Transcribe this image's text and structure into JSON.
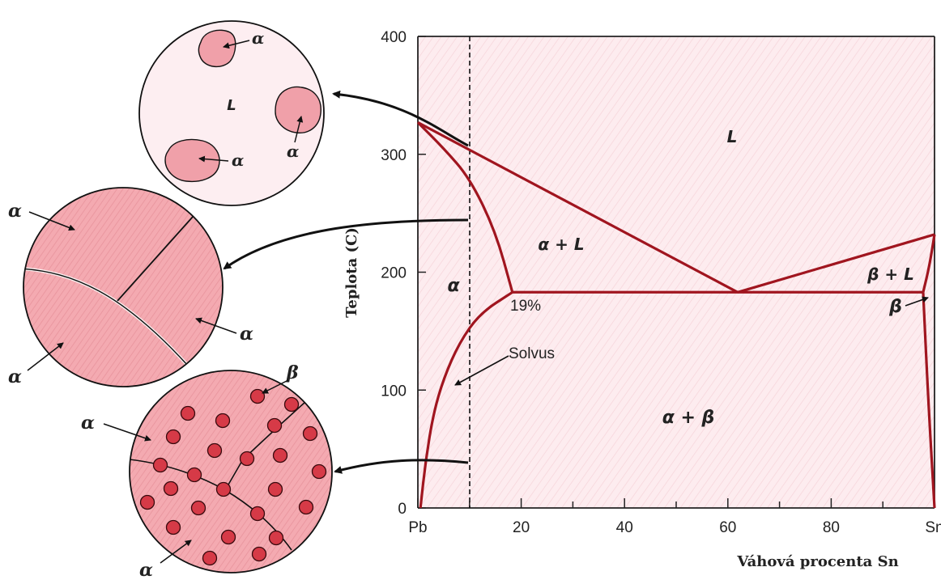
{
  "colors": {
    "curve": "#a0151f",
    "axis": "#222222",
    "fill_light": "#fbe6ea",
    "fill_solid": "#f2a6ad",
    "particle": "#d63a47",
    "arrow": "#111111"
  },
  "axes": {
    "xlabel": "Váhová procenta Sn",
    "ylabel": "Teplota (C)",
    "x_ticks": [
      "Pb",
      "20",
      "40",
      "60",
      "80",
      "Sn"
    ],
    "y_ticks": [
      "400",
      "300",
      "200",
      "100",
      "0"
    ],
    "xlim": [
      0,
      100
    ],
    "ylim": [
      0,
      400
    ]
  },
  "regions": {
    "liquid": "L",
    "alpha_liquid": "α + L",
    "beta_liquid": "β + L",
    "alpha": "α",
    "alpha_beta": "α + β",
    "beta": "β"
  },
  "annotations": {
    "eutectic_solubility": "19%",
    "solvus": "Solvus"
  },
  "alloy_line_composition": 10,
  "micrographs": {
    "top": {
      "matrix": "L",
      "labels": [
        "α",
        "α",
        "α"
      ]
    },
    "middle": {
      "labels": [
        "α",
        "α",
        "α"
      ]
    },
    "bottom": {
      "labels": [
        "α",
        "α",
        "β"
      ]
    }
  },
  "chart_data": {
    "type": "line",
    "xlabel": "Váhová procenta Sn",
    "ylabel": "Teplota (C)",
    "xlim": [
      0,
      100
    ],
    "ylim": [
      0,
      400
    ],
    "series": [
      {
        "x": [
          0,
          61.9
        ],
        "y": [
          327,
          183
        ]
      },
      {
        "x": [
          61.9,
          100
        ],
        "y": [
          183,
          232
        ]
      },
      {
        "x": [
          0,
          5,
          10,
          15,
          18.3
        ],
        "y": [
          327,
          305,
          280,
          235,
          183
        ]
      },
      {
        "x": [
          18.3,
          97.8
        ],
        "y": [
          183,
          183
        ]
      },
      {
        "x": [
          0.5,
          1.5,
          3,
          5,
          8,
          12,
          18.3
        ],
        "y": [
          0,
          40,
          80,
          110,
          140,
          165,
          183
        ]
      },
      {
        "x": [
          100,
          99,
          97.8
        ],
        "y": [
          232,
          205,
          183
        ]
      },
      {
        "x": [
          97.8,
          98.8,
          100
        ],
        "y": [
          183,
          90,
          0
        ]
      }
    ]
  }
}
